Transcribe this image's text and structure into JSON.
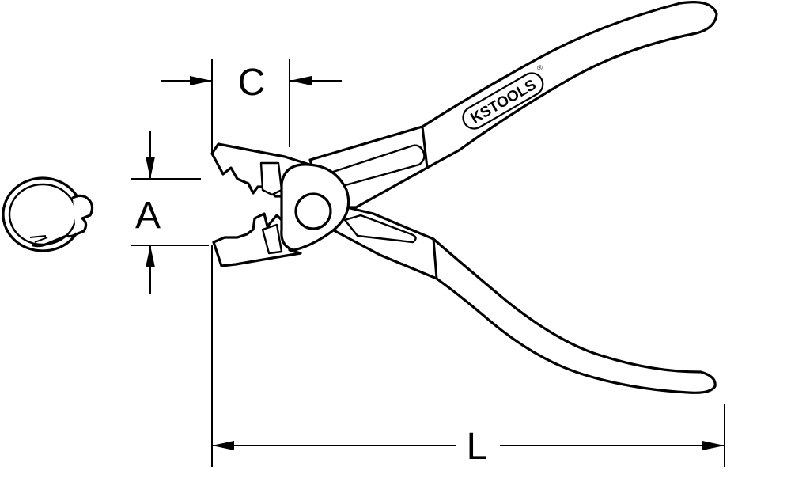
{
  "labels": {
    "length": "L",
    "opening": "A",
    "jaw_depth": "C"
  },
  "logo": {
    "brand": "KSTOOLS",
    "registered": "®"
  },
  "colors": {
    "line": "#000000",
    "background": "#ffffff"
  }
}
